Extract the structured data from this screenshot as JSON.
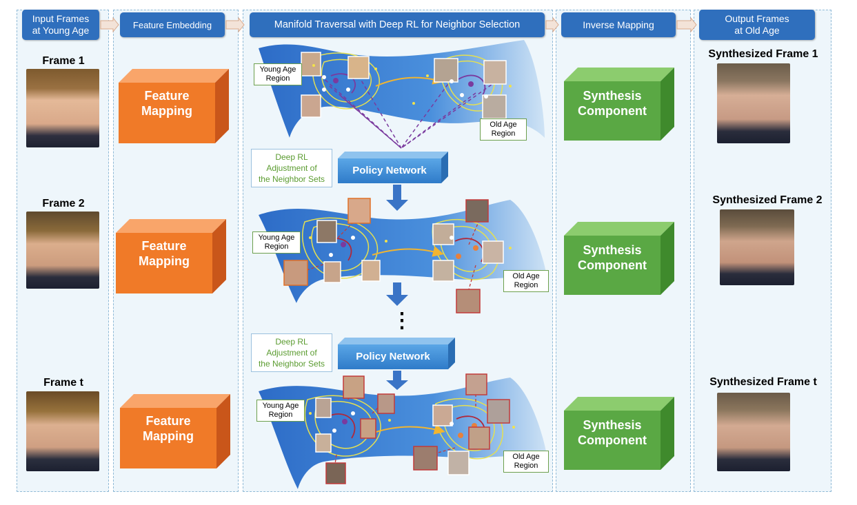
{
  "columns": [
    {
      "header": "Input Frames\nat Young Age"
    },
    {
      "header": "Feature Embedding"
    },
    {
      "header": "Manifold Traversal with Deep RL for Neighbor Selection"
    },
    {
      "header": "Inverse Mapping"
    },
    {
      "header": "Output Frames\nat Old Age"
    }
  ],
  "input_frames": [
    "Frame 1",
    "Frame 2",
    "Frame t"
  ],
  "output_frames": [
    "Synthesized Frame 1",
    "Synthesized Frame 2",
    "Synthesized Frame t"
  ],
  "feature_box": {
    "line1": "Feature",
    "line2": "Mapping"
  },
  "synthesis_box": {
    "line1": "Synthesis",
    "line2": "Component"
  },
  "regions": {
    "young": "Young Age\nRegion",
    "old": "Old Age\nRegion"
  },
  "rl_label": "Deep RL\nAdjustment of\nthe Neighbor Sets",
  "policy_network": "Policy Network",
  "ellipsis": "⋮",
  "colors": {
    "header": "#2f6fbd",
    "feature": "#f07a28",
    "synthesis": "#5aa844",
    "policy": "#3f8fd6",
    "manifold": "#3a7fd0"
  }
}
